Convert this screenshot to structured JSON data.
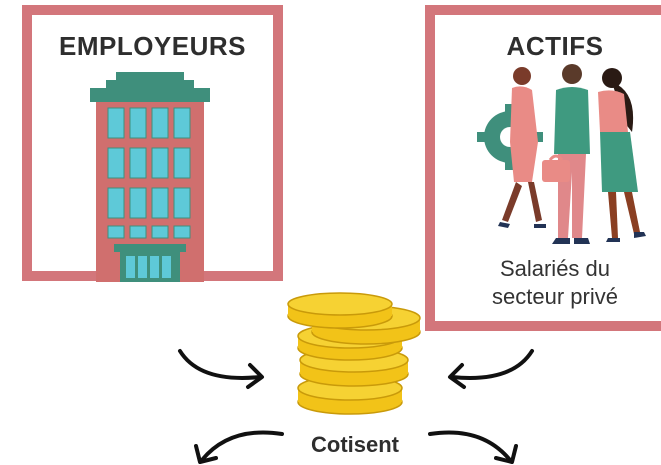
{
  "employers": {
    "title": "EMPLOYEURS",
    "icon": "office-building-icon"
  },
  "workers": {
    "title": "ACTIFS",
    "caption_line1": "Salariés du",
    "caption_line2": "secteur privé",
    "illustration": "team-of-workers-illustration"
  },
  "center": {
    "label": "Cotisent",
    "icon": "coin-stack-icon"
  },
  "colors": {
    "frame": "#d3767b",
    "building": "#d06f6e",
    "building_roof": "#3f8f7c",
    "window": "#5ec9d8",
    "coin": "#f2c318",
    "arrow": "#111111"
  }
}
